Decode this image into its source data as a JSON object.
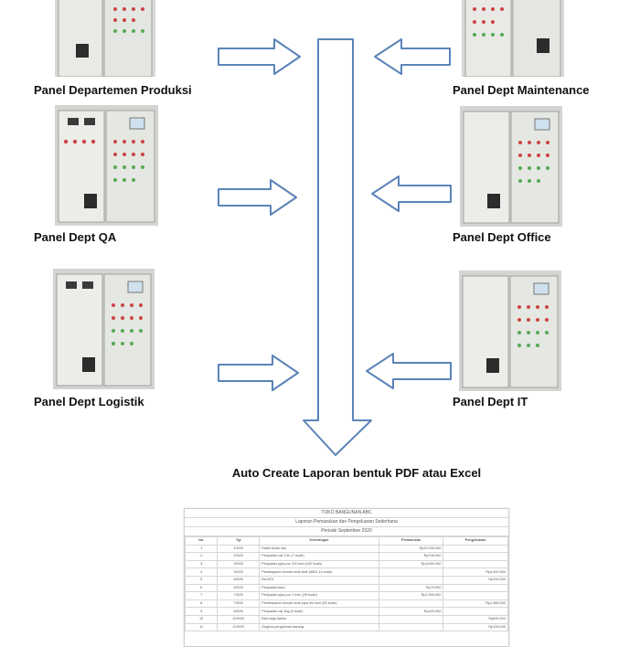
{
  "panels": [
    {
      "id": "produksi",
      "label": "Panel Departemen Produksi"
    },
    {
      "id": "maintenance",
      "label": "Panel Dept Maintenance"
    },
    {
      "id": "qa",
      "label": "Panel Dept QA"
    },
    {
      "id": "office",
      "label": "Panel Dept Office"
    },
    {
      "id": "logistik",
      "label": "Panel Dept Logistik"
    },
    {
      "id": "it",
      "label": "Panel Dept IT"
    }
  ],
  "caption": "Auto Create Laporan bentuk PDF atau Excel",
  "report": {
    "title": "TOKO BANGUNAN ABC",
    "subtitle": "Laporan Pemasukan dan Pengeluaran Sederhana",
    "period": "Periode September 2020",
    "columns": [
      "No.",
      "Tgl",
      "Keterangan",
      "Pemasukan",
      "Pengeluaran"
    ],
    "rows": [
      [
        "1",
        "1/9/20",
        "Saldo bulan lalu",
        "Rp20,000,000",
        ""
      ],
      [
        "2",
        "2/9/20",
        "Penjualan cat 2.5L (7 buah)",
        "Rp740,000",
        ""
      ],
      [
        "3",
        "3/9/20",
        "Penjualan pipa pvc 3/4 inch (100 buah)",
        "Rp3,000,000",
        ""
      ],
      [
        "4",
        "3/9/20",
        "Pembayaran invoice stok tank (680L 11 buah)",
        "",
        "Rp4,500,000"
      ],
      [
        "5",
        "5/9/20",
        "Bel ATK",
        "",
        "Rp154,000"
      ],
      [
        "6",
        "6/9/20",
        "Penjualan baut",
        "Rp70,000",
        ""
      ],
      [
        "7",
        "7/9/20",
        "Penjualan pipa pvc 2 inch (25 buah)",
        "Rp2,000,000",
        ""
      ],
      [
        "8",
        "7/9/20",
        "Pembayaran invoice stok pipa 3/4 inch (50 buah)",
        "",
        "Rp1,360,000"
      ],
      [
        "9",
        "8/9/20",
        "Penjualan cat 1kg (5 buah)",
        "Rp420,000",
        ""
      ],
      [
        "10",
        "10/9/20",
        "Beli meja kantor",
        "",
        "Rp600,000"
      ],
      [
        "11",
        "10/9/20",
        "Ongkos pengiriman barang",
        "",
        "Rp128,000"
      ]
    ]
  }
}
